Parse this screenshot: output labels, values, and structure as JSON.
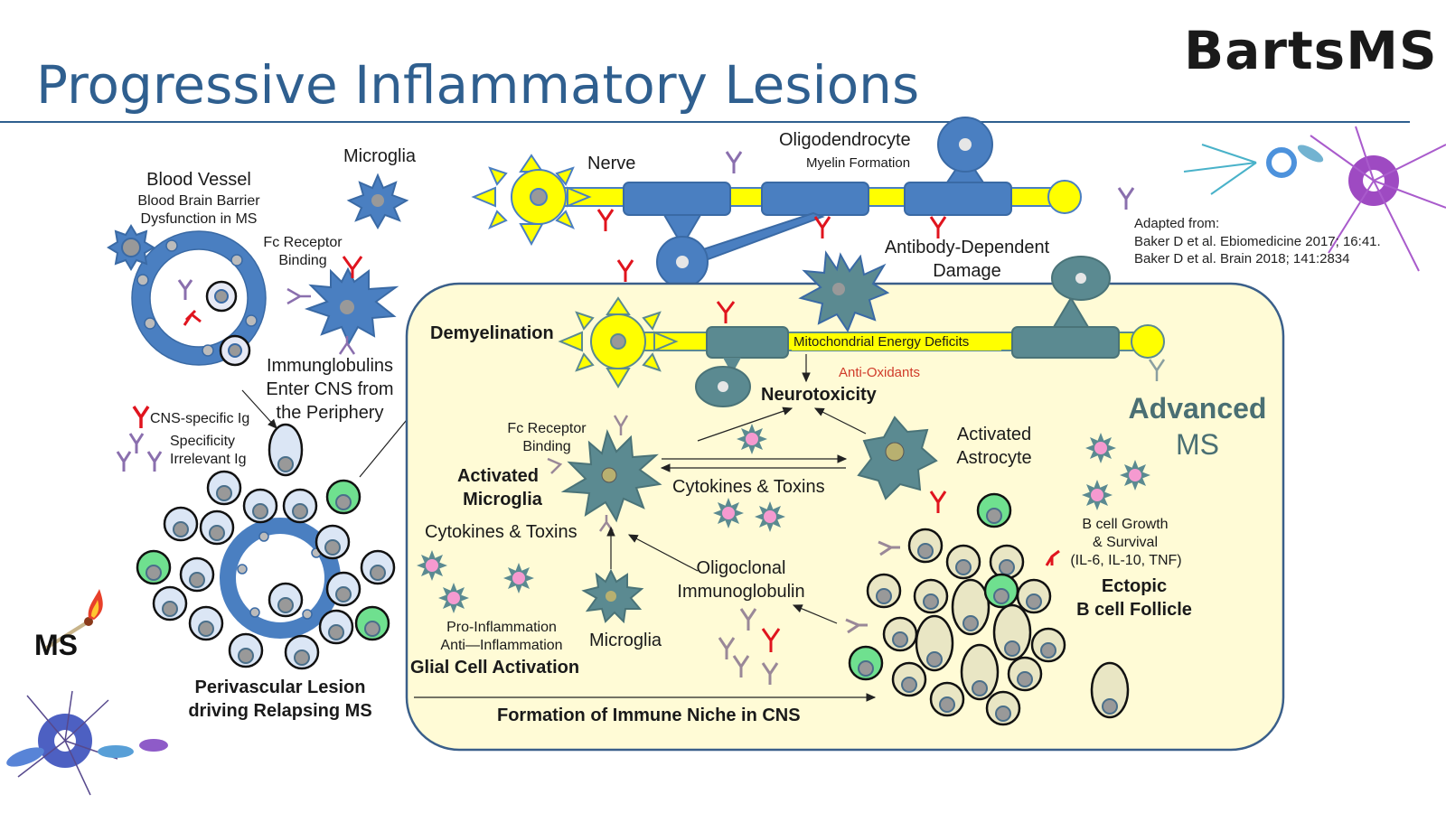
{
  "header": {
    "title": "Progressive Inflammatory Lesions",
    "logo": "BartsMS"
  },
  "reference": {
    "lines": [
      "Adapted from:",
      "Baker D et al. Ebiomedicine 2017; 16:41.",
      "Baker D et al. Brain 2018; 141:2834"
    ]
  },
  "left_panel": {
    "blood_vessel": "Blood Vessel",
    "bbb_line1": "Blood Brain Barrier",
    "bbb_line2": "Dysfunction in MS",
    "microglia": "Microglia",
    "fc_line1": "Fc Receptor",
    "fc_line2": "Binding",
    "ig_line1": "Immunglobulins",
    "ig_line2": "Enter CNS from",
    "ig_line3": "the Periphery",
    "legend_cns": "CNS-specific Ig",
    "legend_irr1": "Specificity",
    "legend_irr2": "Irrelevant Ig",
    "lesion_line1": "Perivascular Lesion",
    "lesion_line2": "driving Relapsing MS",
    "ms_badge": "MS"
  },
  "top_panel": {
    "nerve": "Nerve",
    "oligo": "Oligodendrocyte",
    "myelin": "Myelin Formation",
    "adcc_line1": "Antibody-Dependent",
    "adcc_line2": "Damage"
  },
  "advanced_panel": {
    "demyelination": "Demyelination",
    "mito": "Mitochondrial Energy Deficits",
    "antioxidants": "Anti-Oxidants",
    "neurotoxicity": "Neurotoxicity",
    "advanced_line1": "Advanced",
    "advanced_line2": "MS",
    "fc_line1": "Fc Receptor",
    "fc_line2": "Binding",
    "act_micro_line1": "Activated",
    "act_micro_line2": "Microglia",
    "act_astro_line1": "Activated",
    "act_astro_line2": "Astrocyte",
    "cytokines_right": "Cytokines & Toxins",
    "cytokines_left": "Cytokines & Toxins",
    "bcell_line1": "B cell Growth",
    "bcell_line2": "& Survival",
    "bcell_line3": "(IL-6, IL-10, TNF)",
    "ectopic_line1": "Ectopic",
    "ectopic_line2": "B cell Follicle",
    "oligo_ig_line1": "Oligoclonal",
    "oligo_ig_line2": "Immunoglobulin",
    "pro_infl": "Pro-Inflammation",
    "anti_infl": "Anti—Inflammation",
    "microglia": "Microglia",
    "glial": "Glial Cell Activation",
    "niche": "Formation of Immune Niche in CNS"
  },
  "colors": {
    "title": "#2f5f8f",
    "cell_blue": "#4a7fc1",
    "cell_teal": "#5b8a91",
    "axon_yellow": "#ffff00",
    "panel_bg": "#fffbd6",
    "antibody_red": "#e0141e",
    "antibody_purple": "#8a6fae",
    "cytokine_pink": "#f59ad0",
    "lymph_green": "#6fe08f",
    "lymph_light": "#dbe6f5"
  }
}
